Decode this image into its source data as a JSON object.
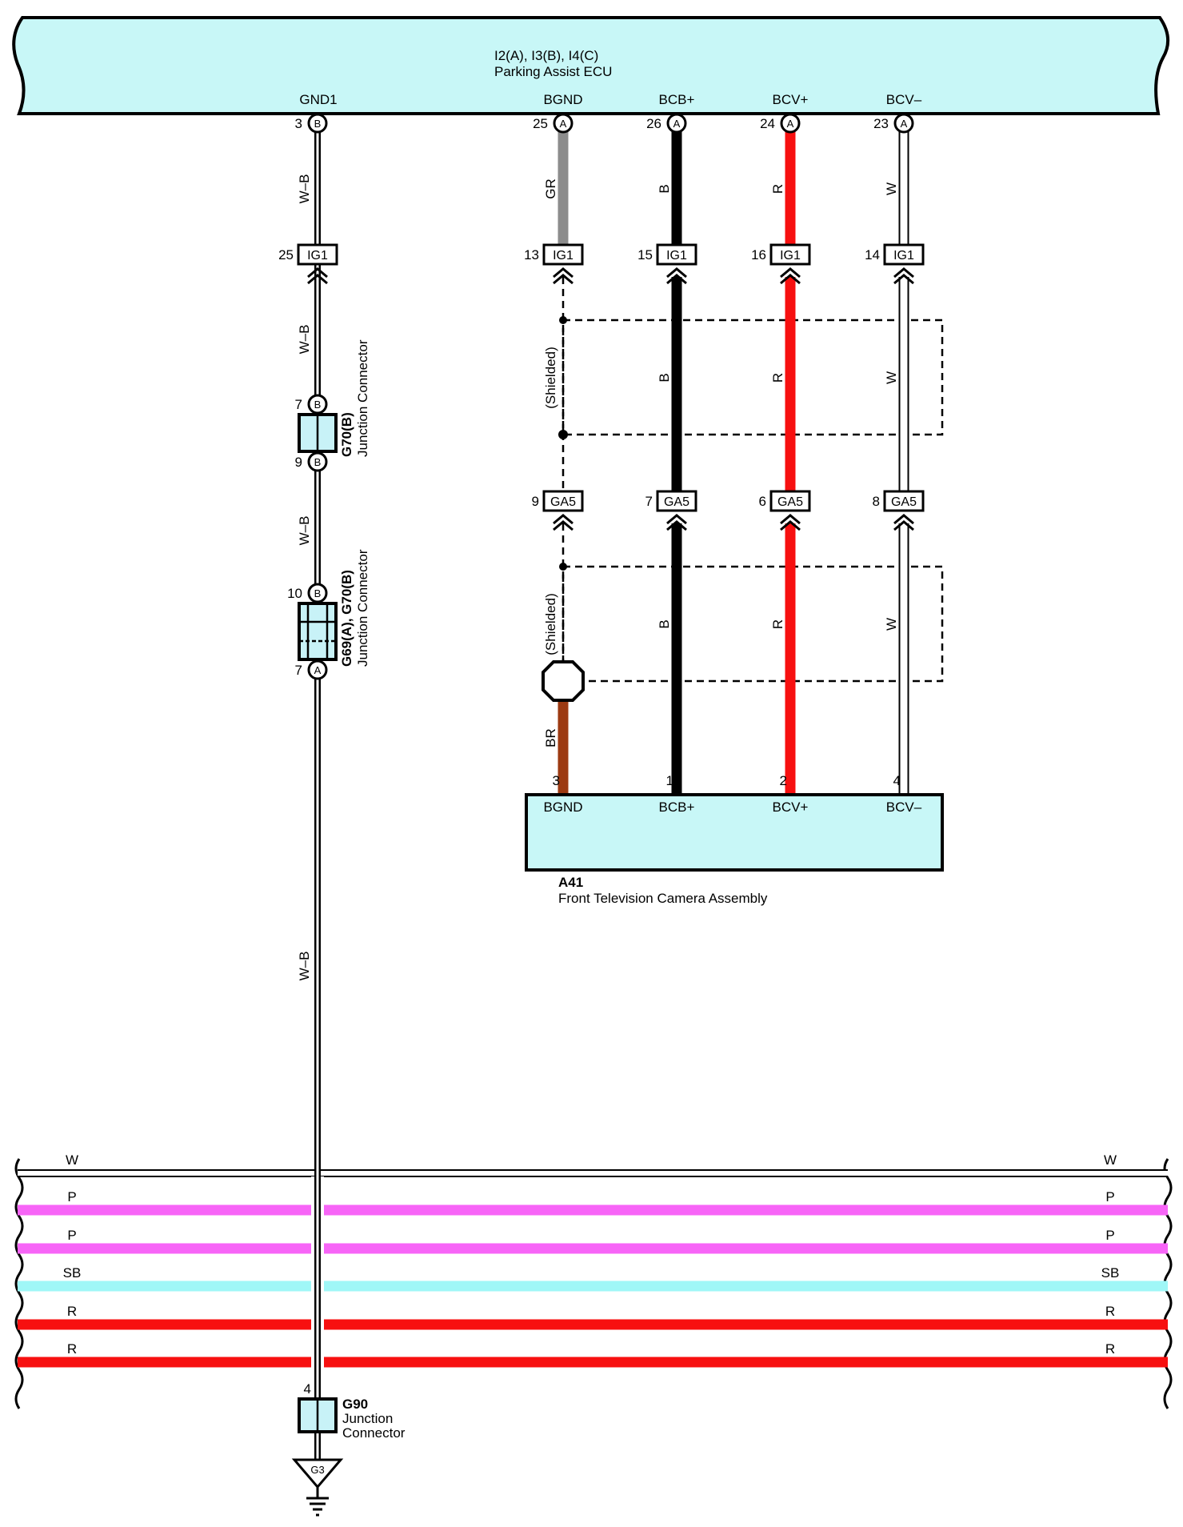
{
  "ecu": {
    "title": "I2(A), I3(B), I4(C)",
    "name": "Parking Assist ECU",
    "terminals": {
      "gnd1": {
        "label": "GND1",
        "pin": "3",
        "conn": "B"
      },
      "bgnd": {
        "label": "BGND",
        "pin": "25",
        "conn": "A"
      },
      "bcbp": {
        "label": "BCB+",
        "pin": "26",
        "conn": "A"
      },
      "bcvp": {
        "label": "BCV+",
        "pin": "24",
        "conn": "A"
      },
      "bcvm": {
        "label": "BCV–",
        "pin": "23",
        "conn": "A"
      }
    }
  },
  "wires": {
    "gnd": "W–B",
    "bgnd_top": "GR",
    "bgnd_bottom": "BR",
    "bcbp": "B",
    "bcvp": "R",
    "bcvm": "W"
  },
  "connectors": {
    "ig1": {
      "name": "IG1",
      "pins": {
        "gnd": "25",
        "bgnd": "13",
        "bcbp": "15",
        "bcvp": "16",
        "bcvm": "14"
      }
    },
    "ga5": {
      "name": "GA5",
      "pins": {
        "bgnd": "9",
        "bcbp": "7",
        "bcvp": "6",
        "bcvm": "8"
      }
    }
  },
  "shielded_label": "(Shielded)",
  "junctions": {
    "g70": {
      "code": "G70(B)",
      "name": "Junction Connector",
      "pin_top": "7",
      "conn_top": "B",
      "pin_bottom": "9",
      "conn_bottom": "B"
    },
    "g69": {
      "code": "G69(A), G70(B)",
      "name": "Junction Connector",
      "pin_top": "10",
      "conn_top": "B",
      "pin_bottom": "7",
      "conn_bottom": "A"
    },
    "g90": {
      "code": "G90",
      "name_line1": "Junction",
      "name_line2": "Connector",
      "pin": "4"
    }
  },
  "ground": {
    "label": "G3"
  },
  "camera": {
    "code": "A41",
    "name": "Front Television Camera Assembly",
    "terminals": {
      "bgnd": {
        "label": "BGND",
        "pin": "3"
      },
      "bcbp": {
        "label": "BCB+",
        "pin": "1"
      },
      "bcvp": {
        "label": "BCV+",
        "pin": "2"
      },
      "bcvm": {
        "label": "BCV–",
        "pin": "4"
      }
    }
  },
  "bus": [
    {
      "label": "W",
      "color": "#ffffff"
    },
    {
      "label": "P",
      "color": "#f765f7"
    },
    {
      "label": "P",
      "color": "#f765f7"
    },
    {
      "label": "SB",
      "color": "#9ff7f7"
    },
    {
      "label": "R",
      "color": "#f71010"
    },
    {
      "label": "R",
      "color": "#f71010"
    }
  ],
  "colors": {
    "ecu_fill": "#c8f7f7",
    "connector_fill": "#c8f2f7",
    "gray_wire": "#8c8c8c",
    "black_wire": "#000000",
    "red_wire": "#f71010",
    "brown_wire": "#9c3a12"
  }
}
